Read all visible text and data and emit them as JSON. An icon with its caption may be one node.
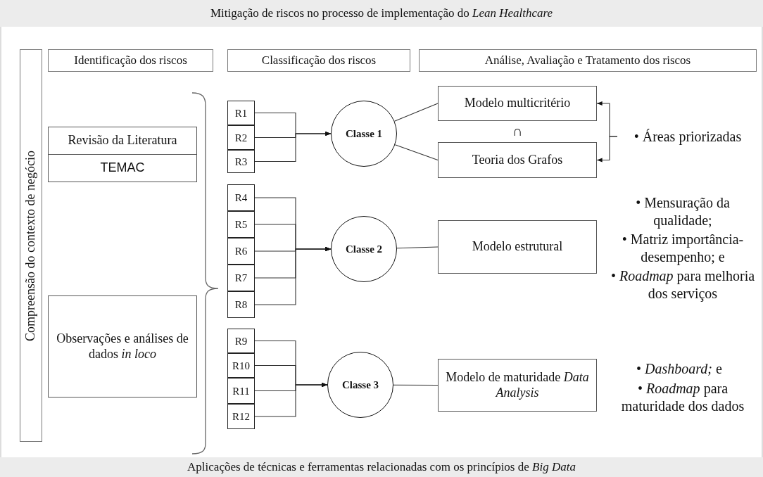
{
  "diagram": {
    "nodes": [
      {
        "text": [
          "Mitigação de riscos no processo de implementação do *Lean Healthcare*"
        ]
      },
      {
        "text": [
          "Compreensão do contexto de negócio"
        ]
      },
      {
        "text": [
          "Identificação dos riscos"
        ]
      },
      {
        "text": [
          "Classificação dos riscos"
        ]
      },
      {
        "text": [
          "Análise, Avaliação e Tratamento dos riscos"
        ]
      },
      {
        "text": [
          "Revisão da Literatura"
        ]
      },
      {
        "text": [
          "TEMAC"
        ]
      },
      {
        "text": [
          "Observações e análises de dados *in loco*"
        ]
      },
      {
        "text": [
          "R1"
        ]
      },
      {
        "text": [
          "R2"
        ]
      },
      {
        "text": [
          "R3"
        ]
      },
      {
        "text": [
          "R4"
        ]
      },
      {
        "text": [
          "R5"
        ]
      },
      {
        "text": [
          "R6"
        ]
      },
      {
        "text": [
          "R7"
        ]
      },
      {
        "text": [
          "R8"
        ]
      },
      {
        "text": [
          "R9"
        ]
      },
      {
        "text": [
          "R10"
        ]
      },
      {
        "text": [
          "R11"
        ]
      },
      {
        "text": [
          "R12"
        ]
      },
      {
        "text": [
          "Classe 1"
        ]
      },
      {
        "text": [
          "Classe 2"
        ]
      },
      {
        "text": [
          "Classe 3"
        ]
      },
      {
        "text": [
          "Modelo multicritério"
        ]
      },
      {
        "text": [
          "Teoria dos Grafos"
        ]
      },
      {
        "text": [
          "Modelo estrutural"
        ]
      },
      {
        "text": [
          "Modelo de maturidade *Data Analysis*"
        ]
      },
      {
        "text": [
          "• Áreas priorizadas"
        ]
      },
      {
        "text": [
          "Aplicações de técnicas e ferramentas relacionadas com os princípios de *Big Data*"
        ]
      }
    ],
    "edges": [
      {
        "from": 8,
        "to": 20,
        "arrow": "to"
      },
      {
        "from": 9,
        "to": 20,
        "arrow": "to"
      },
      {
        "from": 10,
        "to": 20,
        "arrow": "to"
      },
      {
        "from": 11,
        "to": 21,
        "arrow": "to"
      },
      {
        "from": 12,
        "to": 21,
        "arrow": "to"
      },
      {
        "from": 13,
        "to": 21,
        "arrow": "to"
      },
      {
        "from": 14,
        "to": 21,
        "arrow": "to"
      },
      {
        "from": 15,
        "to": 21,
        "arrow": "to"
      },
      {
        "from": 16,
        "to": 22,
        "arrow": "to"
      },
      {
        "from": 17,
        "to": 22,
        "arrow": "to"
      },
      {
        "from": 18,
        "to": 22,
        "arrow": "to"
      },
      {
        "from": 19,
        "to": 22,
        "arrow": "to"
      },
      {
        "from": 20,
        "to": 23,
        "arrow": "none"
      },
      {
        "from": 20,
        "to": 24,
        "arrow": "none"
      },
      {
        "from": 21,
        "to": 25,
        "arrow": "none"
      },
      {
        "from": 22,
        "to": 26,
        "arrow": "none"
      },
      {
        "from": 27,
        "to": 23,
        "arrow": "to"
      },
      {
        "from": 27,
        "to": 24,
        "arrow": "to"
      }
    ],
    "labels": [
      "∩",
      "• Mensuração da qualidade;",
      "• Matriz importância-desempenho; e",
      "• *Roadmap* para melhoria dos serviços",
      "• *Dashboard;* e",
      "• *Roadmap* para maturidade dos dados"
    ]
  }
}
